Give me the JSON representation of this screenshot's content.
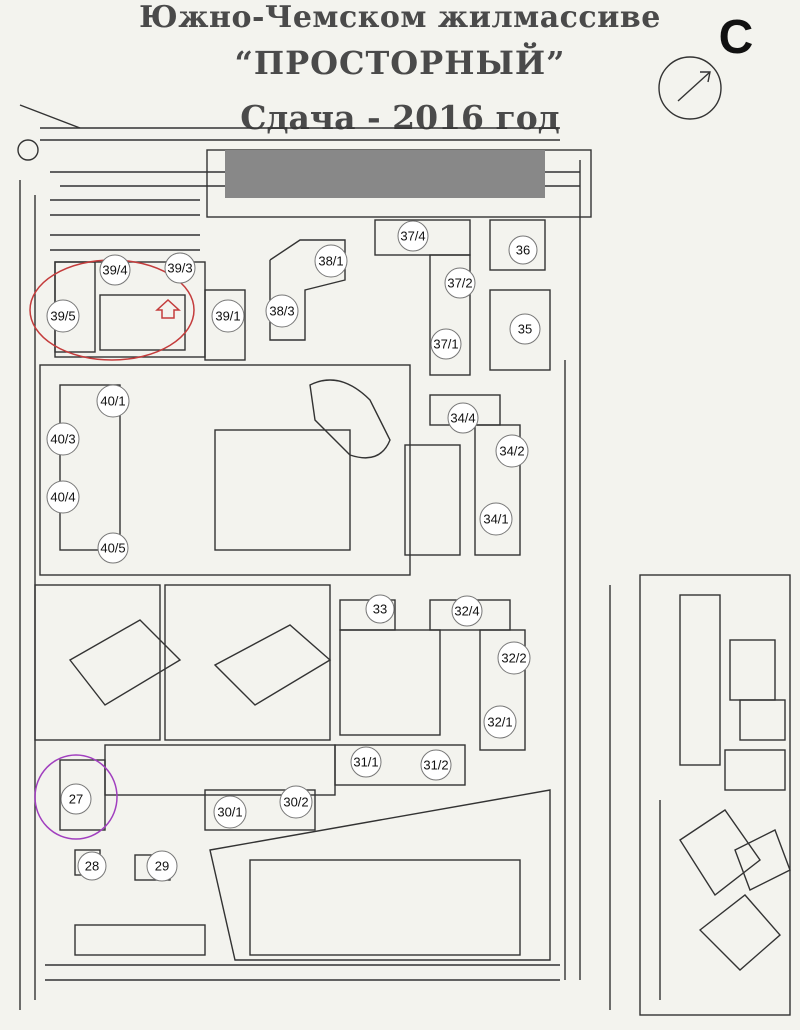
{
  "title": {
    "line1": "Южно-Чемском жилмассиве",
    "line2": "“ПРОСТОРНЫЙ”",
    "line3": "Сдача - 2016 год"
  },
  "north_label": "С",
  "colors": {
    "highlight_red": "#c43c3c",
    "highlight_purple": "#a13fbf",
    "plan_line": "#333333"
  },
  "building_labels": {
    "b39_4": "39/4",
    "b39_3": "39/3",
    "b39_5": "39/5",
    "b39_1": "39/1",
    "b38_1": "38/1",
    "b38_3": "38/3",
    "b37_4": "37/4",
    "b37_2": "37/2",
    "b37_1": "37/1",
    "b36": "36",
    "b35": "35",
    "b40_1": "40/1",
    "b40_3": "40/3",
    "b40_4": "40/4",
    "b40_5": "40/5",
    "b34_4": "34/4",
    "b34_2": "34/2",
    "b34_1": "34/1",
    "b33": "33",
    "b32_4": "32/4",
    "b32_2": "32/2",
    "b32_1": "32/1",
    "b31_1": "31/1",
    "b31_2": "31/2",
    "b30_1": "30/1",
    "b30_2": "30/2",
    "b27": "27",
    "b28": "28",
    "b29": "29"
  }
}
